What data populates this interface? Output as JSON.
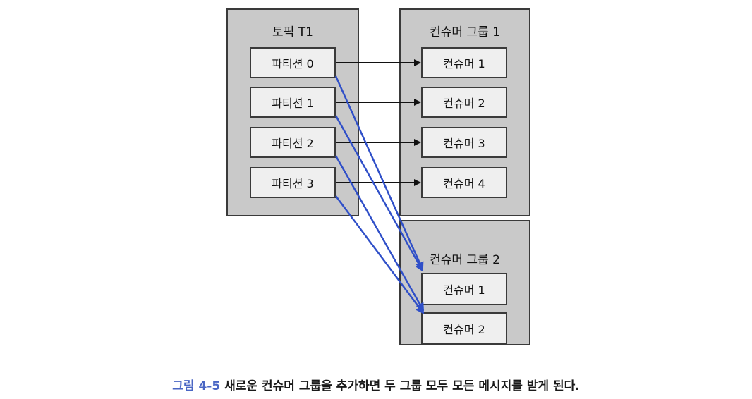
{
  "topic": {
    "title": "토픽 T1",
    "partitions": [
      "파티션 0",
      "파티션 1",
      "파티션 2",
      "파티션 3"
    ]
  },
  "group1": {
    "title": "컨슈머 그룹 1",
    "consumers": [
      "컨슈머 1",
      "컨슈머 2",
      "컨슈머 3",
      "컨슈머 4"
    ]
  },
  "group2": {
    "title": "컨슈머 그룹 2",
    "consumers": [
      "컨슈머 1",
      "컨슈머 2"
    ]
  },
  "caption": {
    "number": "그림 4-5",
    "text": "새로운 컨슈머 그룹을 추가하면 두 그룹 모두 모든 메시지를 받게 된다."
  },
  "colors": {
    "black_arrow": "#111111",
    "blue_arrow": "#2f4fc8",
    "group_fill": "#c9c9c9",
    "box_fill": "#efefef"
  }
}
